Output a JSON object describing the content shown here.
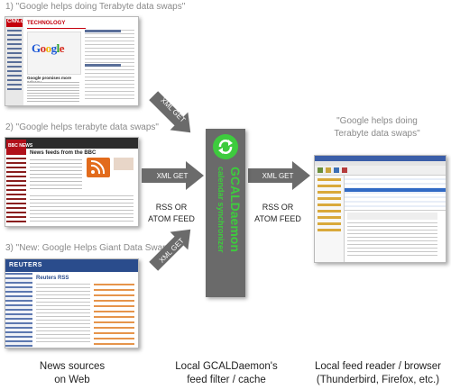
{
  "sources": [
    {
      "caption": "1) \"Google helps doing Terabyte data swaps\"",
      "site": "CNN.com",
      "section": "TECHNOLOGY",
      "headline": "Google promises more privacy"
    },
    {
      "caption": "2) \"Google helps terabyte data swaps\"",
      "site": "BBC NEWS",
      "headline": "News feeds from the BBC"
    },
    {
      "caption": "3) \"New: Google Helps Giant Data Swaps\"",
      "site": "REUTERS",
      "headline": "Reuters RSS"
    }
  ],
  "arrows": {
    "xml_get": "XML GET"
  },
  "feed_labels": {
    "left": "RSS OR\nATOM FEED",
    "right": "RSS OR\nATOM FEED"
  },
  "daemon": {
    "name": "GCALDaemon",
    "subtitle": "calendar synchronizer"
  },
  "reader_caption": "\"Google helps doing\nTerabyte data swaps\"",
  "bottom_labels": {
    "sources": "News sources\non Web",
    "daemon": "Local GCALDaemon's\nfeed filter / cache",
    "reader": "Local feed reader / browser\n(Thunderbird, Firefox, etc.)"
  },
  "colors": {
    "daemon_bg": "#6a6a6a",
    "daemon_text": "#3ecb3e",
    "arrow": "#6b6b6b",
    "cnn_red": "#c4000c",
    "bbc_red": "#b0101a",
    "reuters_blue": "#2a4c8c"
  }
}
